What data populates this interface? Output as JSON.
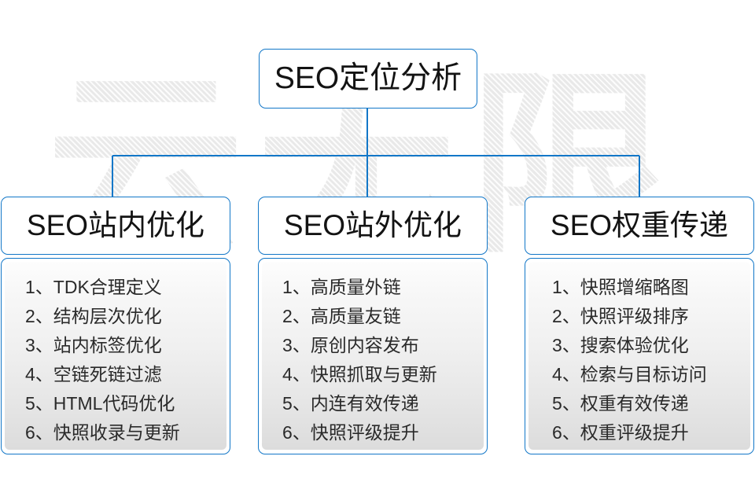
{
  "diagram": {
    "title": "SEO定位分析",
    "watermark_text": "云无限",
    "accent_color": "#1277c8",
    "text_color": "#131313",
    "panel_gradient_top": "#fdfdfd",
    "panel_gradient_bottom": "#dcdcdc",
    "root": {
      "label": "SEO定位分析"
    },
    "columns": [
      {
        "header": "SEO站内优化",
        "items": [
          "1、TDK合理定义",
          "2、结构层次优化",
          "3、站内标签优化",
          "4、空链死链过滤",
          "5、HTML代码优化",
          "6、快照收录与更新"
        ]
      },
      {
        "header": "SEO站外优化",
        "items": [
          "1、高质量外链",
          "2、高质量友链",
          "3、原创内容发布",
          "4、快照抓取与更新",
          "5、内连有效传递",
          "6、快照评级提升"
        ]
      },
      {
        "header": "SEO权重传递",
        "items": [
          "1、快照增缩略图",
          "2、快照评级排序",
          "3、搜索体验优化",
          "4、检索与目标访问",
          "5、权重有效传递",
          "6、权重评级提升"
        ]
      }
    ]
  }
}
